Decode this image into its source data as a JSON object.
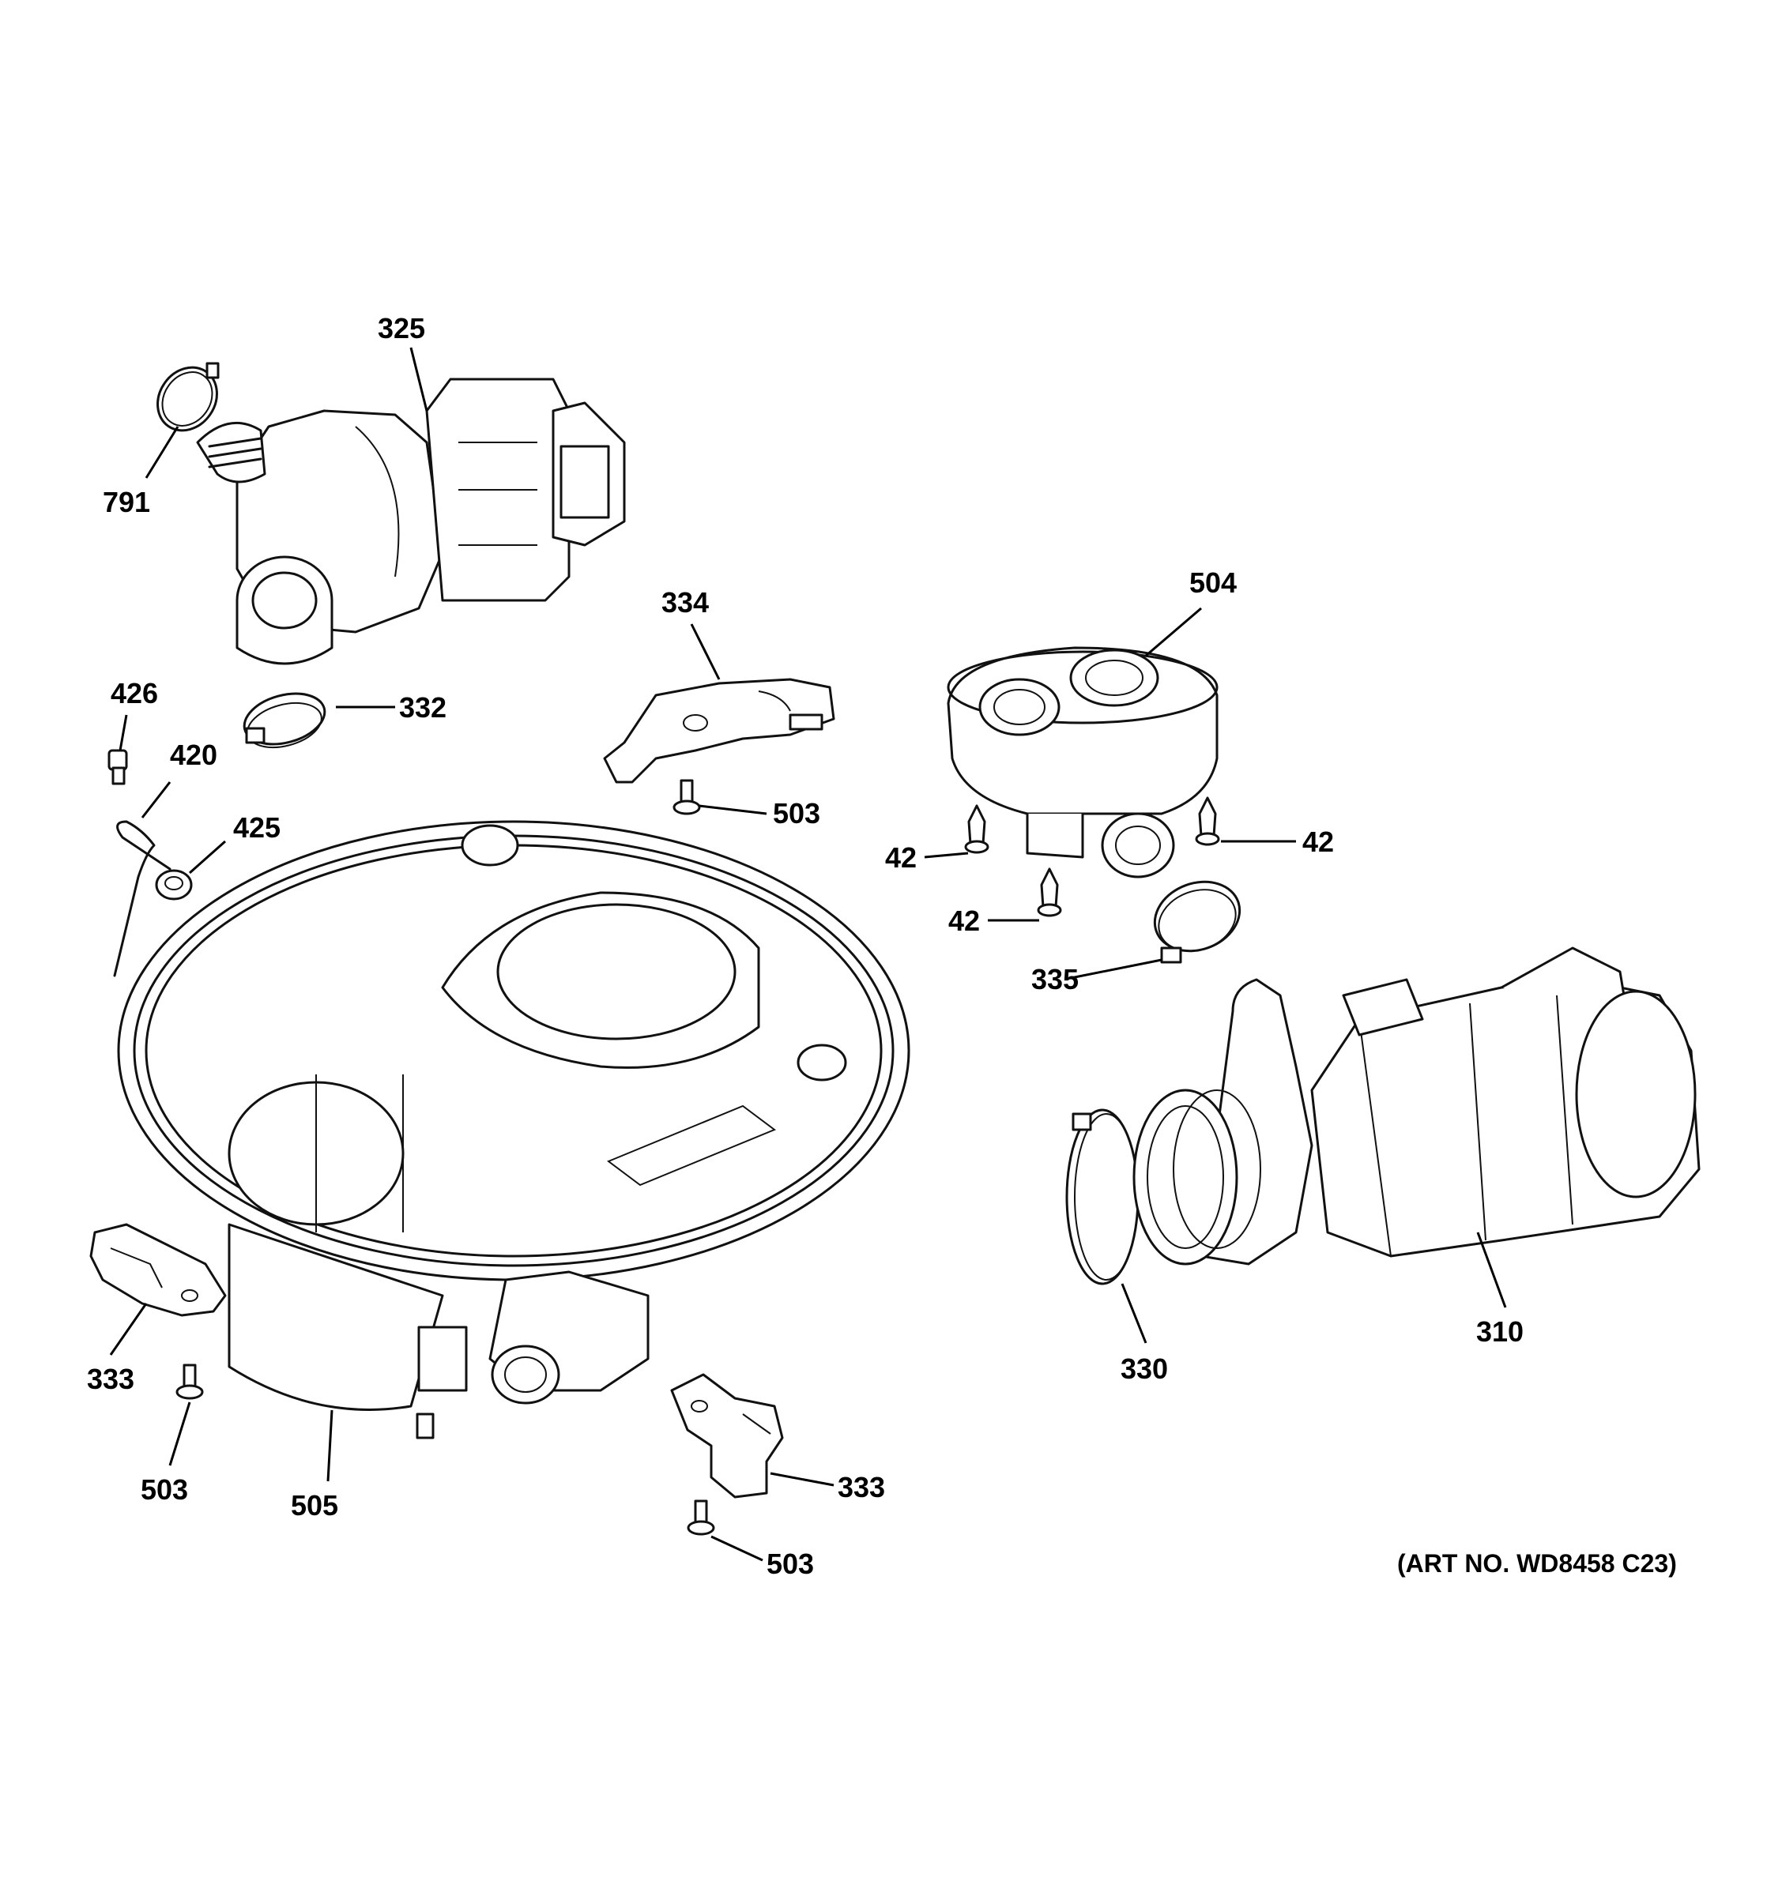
{
  "diagram": {
    "callouts": [
      {
        "id": "c325",
        "label": "325"
      },
      {
        "id": "c791",
        "label": "791"
      },
      {
        "id": "c332",
        "label": "332"
      },
      {
        "id": "c426",
        "label": "426"
      },
      {
        "id": "c420",
        "label": "420"
      },
      {
        "id": "c425",
        "label": "425"
      },
      {
        "id": "c334",
        "label": "334"
      },
      {
        "id": "c503a",
        "label": "503"
      },
      {
        "id": "c504",
        "label": "504"
      },
      {
        "id": "c42a",
        "label": "42"
      },
      {
        "id": "c42b",
        "label": "42"
      },
      {
        "id": "c42c",
        "label": "42"
      },
      {
        "id": "c335",
        "label": "335"
      },
      {
        "id": "c333a",
        "label": "333"
      },
      {
        "id": "c503b",
        "label": "503"
      },
      {
        "id": "c505",
        "label": "505"
      },
      {
        "id": "c333b",
        "label": "333"
      },
      {
        "id": "c503c",
        "label": "503"
      },
      {
        "id": "c330",
        "label": "330"
      },
      {
        "id": "c310",
        "label": "310"
      }
    ],
    "art_number": "(ART NO. WD8458 C23)"
  }
}
